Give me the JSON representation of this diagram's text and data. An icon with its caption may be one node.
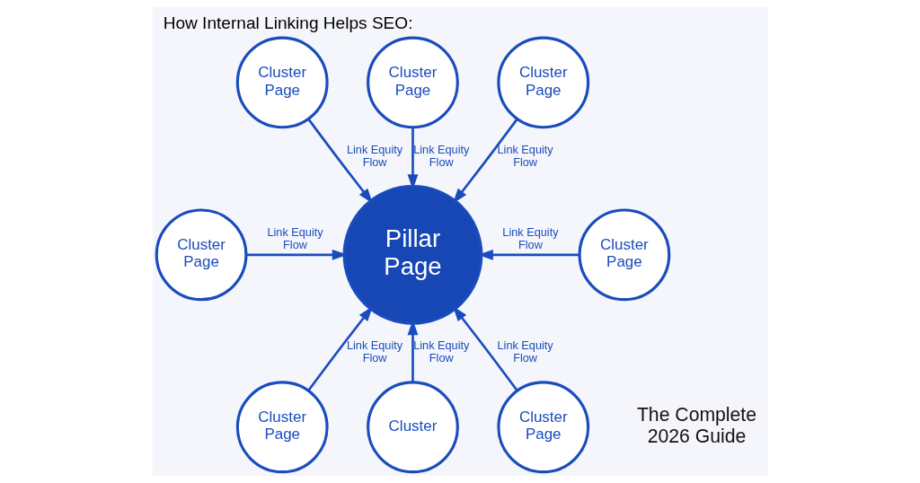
{
  "diagram": {
    "title": "How Internal Linking Helps SEO:",
    "nodes": [
      {
        "text": [
          "Cluster Page"
        ]
      },
      {
        "text": [
          "Cluster Page"
        ]
      },
      {
        "text": [
          "Cluster Page"
        ]
      },
      {
        "text": [
          "Cluster Page"
        ]
      },
      {
        "text": [
          "Pillar Page"
        ]
      },
      {
        "text": [
          "Cluster Page"
        ]
      },
      {
        "text": [
          "Cluster Page"
        ]
      },
      {
        "text": [
          "Cluster"
        ]
      },
      {
        "text": [
          "Cluster Page"
        ]
      }
    ],
    "edges": [
      {
        "from": 0,
        "to": 4,
        "arrow": "to",
        "label": "Link Equity Flow"
      },
      {
        "from": 1,
        "to": 4,
        "arrow": "to",
        "label": "Link Equity Flow"
      },
      {
        "from": 2,
        "to": 4,
        "arrow": "to",
        "label": "Link Equity Flow"
      },
      {
        "from": 3,
        "to": 4,
        "arrow": "to",
        "label": "Link Equity Flow"
      },
      {
        "from": 5,
        "to": 4,
        "arrow": "to",
        "label": "Link Equity Flow"
      },
      {
        "from": 6,
        "to": 4,
        "arrow": "to",
        "label": "Link Equity Flow"
      },
      {
        "from": 7,
        "to": 4,
        "arrow": "to",
        "label": "Link Equity Flow"
      },
      {
        "from": 8,
        "to": 4,
        "arrow": "to",
        "label": "Link Equity Flow"
      }
    ],
    "labels": [
      "The Complete 2026 Guide"
    ]
  }
}
